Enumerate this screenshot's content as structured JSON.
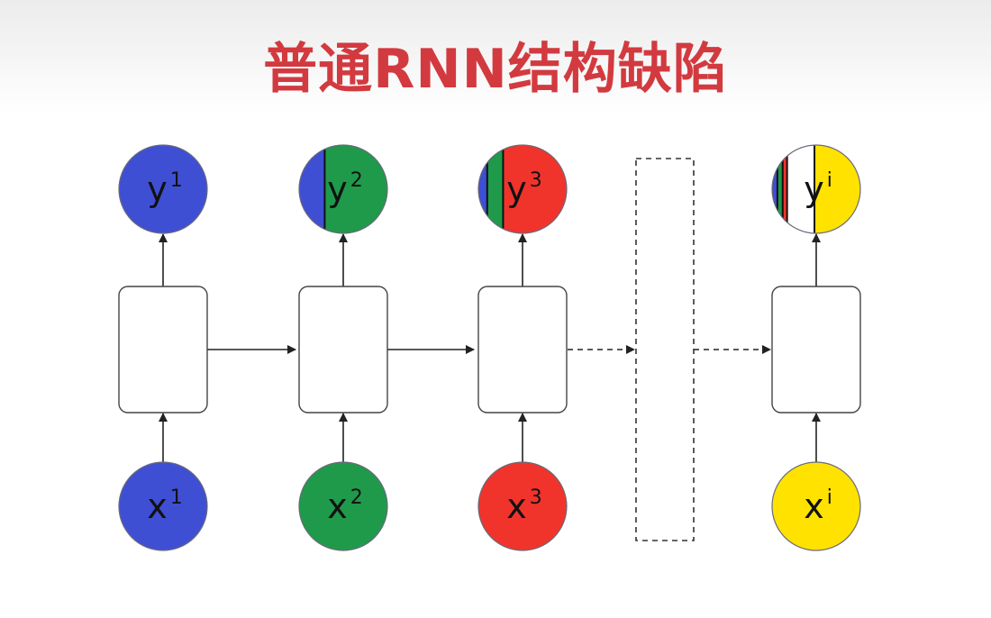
{
  "title": "普通RNN结构缺陷",
  "colors": {
    "title": "#d23a3f",
    "blue": "#3f4fd4",
    "green": "#1f9a4a",
    "red": "#f0342c",
    "yellow": "#ffe200",
    "white": "#ffffff",
    "cell_border": "#444444",
    "arrow": "#222222"
  },
  "steps": [
    {
      "input": {
        "base": "x",
        "sup": "1",
        "color": "blue"
      },
      "output": {
        "base": "y",
        "sup": "1",
        "stripes": [
          "blue"
        ]
      }
    },
    {
      "input": {
        "base": "x",
        "sup": "2",
        "color": "green"
      },
      "output": {
        "base": "y",
        "sup": "2",
        "stripes": [
          "blue",
          "green"
        ]
      }
    },
    {
      "input": {
        "base": "x",
        "sup": "3",
        "color": "red"
      },
      "output": {
        "base": "y",
        "sup": "3",
        "stripes": [
          "blue",
          "green",
          "red"
        ]
      }
    },
    {
      "input": {
        "base": "x",
        "sup": "i",
        "color": "yellow"
      },
      "output": {
        "base": "y",
        "sup": "i",
        "stripes": [
          "blue",
          "green",
          "red",
          "white",
          "yellow"
        ]
      }
    }
  ]
}
